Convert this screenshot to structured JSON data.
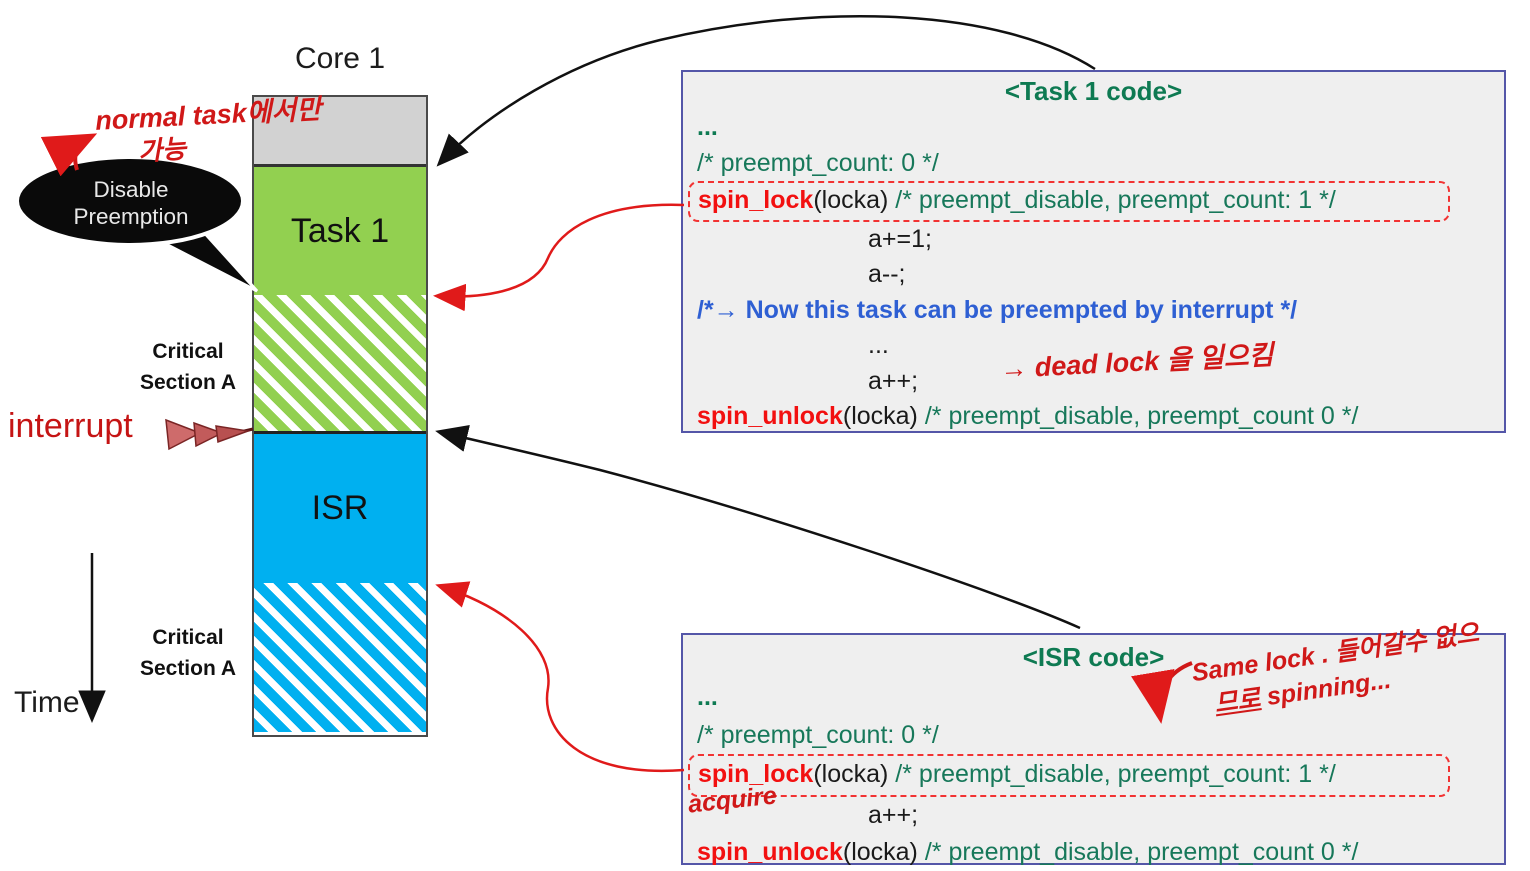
{
  "labels": {
    "core": "Core 1",
    "time": "Time",
    "interrupt": "interrupt",
    "task1": "Task 1",
    "isr": "ISR",
    "critical_line1": "Critical",
    "critical_line2": "Section A"
  },
  "bubble": {
    "line1": "Disable",
    "line2": "Preemption"
  },
  "handwriting": {
    "note_top_line1": "normal task에서만",
    "note_top_line2": "가능",
    "deadlock_note": "→ dead lock 을 일으킴",
    "acquire": "acquire",
    "same_lock_line1": "Same lock . 들어갈수 없으",
    "same_lock_word": "므로",
    "same_lock_rest": " spinning..."
  },
  "task1_code": {
    "title": "<Task 1 code>",
    "ellipsis": "...",
    "comment_count0": "/* preempt_count: 0 */",
    "lock_fn": "spin_lock",
    "lock_args": "(locka)",
    "lock_comment": " /* preempt_disable, preempt_count: 1 */",
    "stmt_inc": "a+=1;",
    "stmt_dec": "a--;",
    "preempt_note": "/*→ Now this task can be preempted by interrupt */",
    "ellipsis_mid": "...",
    "stmt_inc2": "a++;",
    "unlock_fn": "spin_unlock",
    "unlock_args": "(locka)",
    "unlock_comment": " /* preempt_disable, preempt_count 0 */"
  },
  "isr_code": {
    "title": "<ISR code>",
    "ellipsis": "...",
    "comment_count0": "/* preempt_count: 0 */",
    "lock_fn": "spin_lock",
    "lock_args": "(locka)",
    "lock_comment": " /* preempt_disable, preempt_count: 1 */",
    "stmt_inc": "a++;",
    "unlock_fn": "spin_unlock",
    "unlock_args": "(locka)",
    "unlock_comment": " /* preempt_disable, preempt_count 0 */"
  },
  "colors": {
    "task_green": "#92D050",
    "isr_blue": "#00B0F0",
    "idle_gray": "#D2D2D2",
    "code_comment_green": "#17785A",
    "code_note_blue": "#2E5FD3",
    "code_fn_red": "#F21010",
    "handwriting_red": "#D01818",
    "codebox_border": "#5456A8",
    "codebox_bg": "#EFEFEF",
    "interrupt_red": "#C51414"
  }
}
